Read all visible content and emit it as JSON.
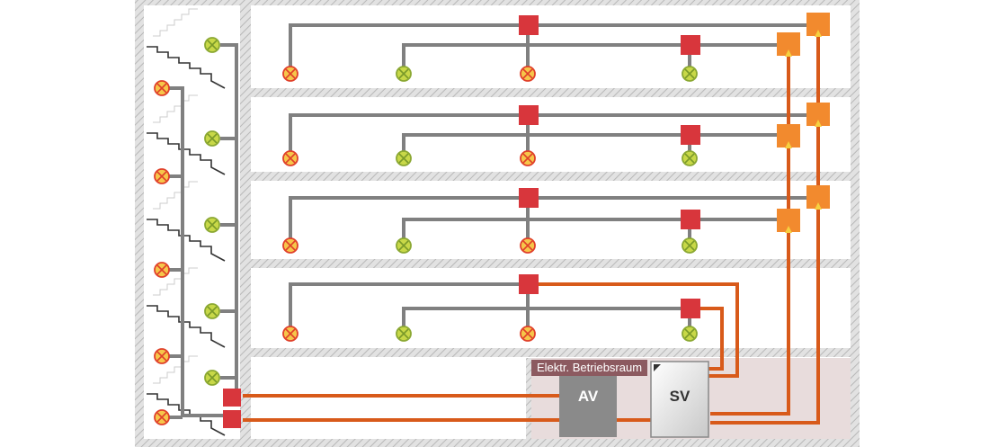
{
  "labels": {
    "room": "Elektr. Betriebsraum",
    "av": "AV",
    "sv": "SV"
  },
  "icons": {
    "normal_lamp": "lamp-cross-icon",
    "emergency_lamp": "emergency-lamp-cross-icon",
    "junction_box": "junction-box-icon",
    "distribution_box": "distribution-box-icon",
    "arrow": "upward-arrow-icon"
  },
  "colors": {
    "wall": "#d4d4d4",
    "hatch": "#b8b8b8",
    "cable_general": "#808080",
    "cable_emergency": "#d85a1a",
    "junction_box": "#d8363c",
    "distribution_box": "#f28a2e",
    "room_fill": "#e8dcdc",
    "room_label": "#8c5a60",
    "av_box": "#8a8a8a",
    "sv_box": "#e4e4e4"
  }
}
